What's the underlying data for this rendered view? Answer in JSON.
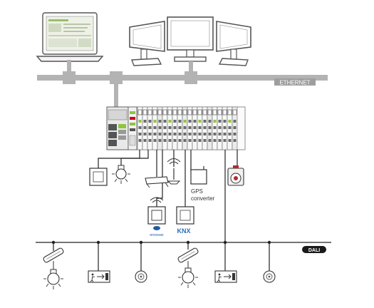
{
  "network": {
    "ethernet_label": "ETHERNET",
    "bus_label": "DALI"
  },
  "devices": {
    "gps_converter_line1": "GPS",
    "gps_converter_line2": "converter",
    "enocean_logo": "enocean",
    "knx_logo": "KNX"
  },
  "colors": {
    "ethernet": "#b3b3b3",
    "ethernet_label_bg": "#9e9e9e",
    "controller_green": "#8dc63f",
    "outline": "#4a4a4a",
    "knx_blue": "#2e6db4",
    "enocean_blue": "#1e5aa8"
  },
  "icons": [
    "laptop-icon",
    "monitor-icon",
    "plc-controller-icon",
    "switch-icon",
    "bulb-icon",
    "access-point-icon",
    "gps-converter-icon",
    "thermostat-icon",
    "fluorescent-lamp-icon",
    "exit-sign-icon",
    "sensor-icon"
  ]
}
